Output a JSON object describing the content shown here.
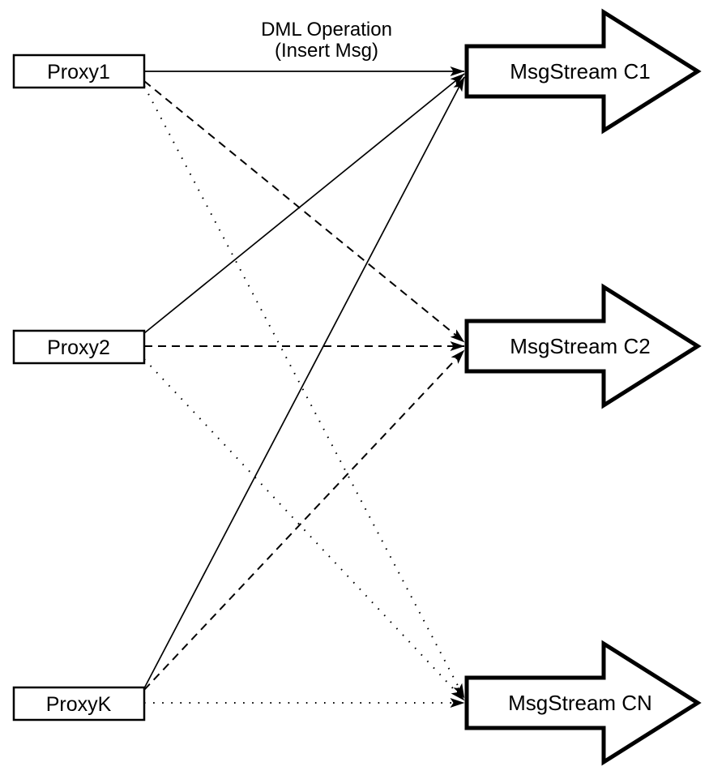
{
  "diagram": {
    "edge_label": {
      "line1": "DML Operation",
      "line2": "(Insert Msg)"
    },
    "proxies": [
      {
        "label": "Proxy1"
      },
      {
        "label": "Proxy2"
      },
      {
        "label": "ProxyK"
      }
    ],
    "streams": [
      {
        "label": "MsgStream C1"
      },
      {
        "label": "MsgStream C2"
      },
      {
        "label": "MsgStream CN"
      }
    ],
    "edges": [
      {
        "from": "Proxy1",
        "to": "MsgStream C1",
        "style": "solid",
        "label": "DML Operation (Insert Msg)"
      },
      {
        "from": "Proxy1",
        "to": "MsgStream C2",
        "style": "dashed"
      },
      {
        "from": "Proxy1",
        "to": "MsgStream CN",
        "style": "dotted"
      },
      {
        "from": "Proxy2",
        "to": "MsgStream C1",
        "style": "solid"
      },
      {
        "from": "Proxy2",
        "to": "MsgStream C2",
        "style": "dashed"
      },
      {
        "from": "Proxy2",
        "to": "MsgStream CN",
        "style": "dotted"
      },
      {
        "from": "ProxyK",
        "to": "MsgStream C1",
        "style": "solid"
      },
      {
        "from": "ProxyK",
        "to": "MsgStream C2",
        "style": "dashed"
      },
      {
        "from": "ProxyK",
        "to": "MsgStream CN",
        "style": "dotted"
      }
    ],
    "colors": {
      "stroke": "#000000",
      "fill": "#ffffff",
      "background": "#ffffff"
    }
  }
}
